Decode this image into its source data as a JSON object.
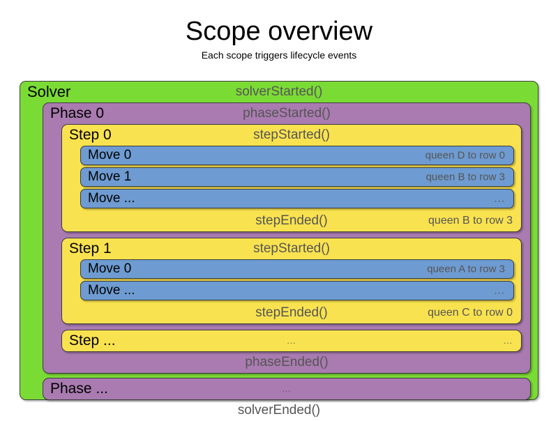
{
  "heading": {
    "title": "Scope overview",
    "subtitle": "Each scope triggers lifecycle events"
  },
  "colors": {
    "solver": "#7bdb35",
    "phase": "#a97bb0",
    "step": "#f9e24f",
    "move": "#6e9bd1",
    "border": "#3d3d3d",
    "event_text": "#555555",
    "label_text": "#000000",
    "background": "#ffffff"
  },
  "solver": {
    "label": "Solver",
    "started_event": "solverStarted()",
    "ended_event": "solverEnded()",
    "phases": [
      {
        "label": "Phase 0",
        "started_event": "phaseStarted()",
        "ended_event": "phaseEnded()",
        "steps": [
          {
            "label": "Step 0",
            "started_event": "stepStarted()",
            "ended_event": "stepEnded()",
            "ended_detail": "queen B to row 3",
            "moves": [
              {
                "label": "Move 0",
                "detail": "queen D to row 0"
              },
              {
                "label": "Move 1",
                "detail": "queen B to row 3"
              },
              {
                "label": "Move ...",
                "detail": "..."
              }
            ]
          },
          {
            "label": "Step 1",
            "started_event": "stepStarted()",
            "ended_event": "stepEnded()",
            "ended_detail": "queen C to row 0",
            "moves": [
              {
                "label": "Move 0",
                "detail": "queen A to row 3"
              },
              {
                "label": "Move ...",
                "detail": "..."
              }
            ]
          }
        ],
        "step_ellipsis": {
          "label": "Step ...",
          "center": "...",
          "right": "..."
        }
      }
    ],
    "phase_ellipsis": {
      "label": "Phase ...",
      "center": "..."
    }
  }
}
